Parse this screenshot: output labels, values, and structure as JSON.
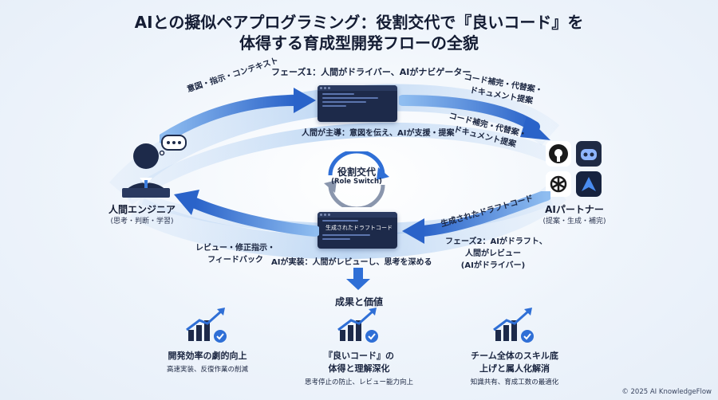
{
  "title_line1": "AIとの擬似ペアプログラミング：役割交代で『良いコード』を",
  "title_line2": "体得する育成型開発フローの全貌",
  "phase1": {
    "header": "フェーズ1：人間がドライバー、AIがナビゲーター",
    "arrow_label": "意図・指示・コンテキスト",
    "window_label": "人間が主導：意図を伝え、AIが支援・提案",
    "suggest_label_1a": "コード補完・代替案・",
    "suggest_label_1b": "ドキュメント提案",
    "suggest_label_2a": "コード補完・代替案・",
    "suggest_label_2b": "ドキュメント提案"
  },
  "center": {
    "switch_title": "役割交代",
    "switch_sub": "(Role Switch)"
  },
  "human": {
    "name": "人間エンジニア",
    "sub": "(思考・判断・学習)"
  },
  "ai": {
    "name": "AIパートナー",
    "sub": "(提案・生成・補完)"
  },
  "phase2": {
    "draft_arrow_label": "生成されたドラフトコード",
    "window_label": "生成されたドラフトコード",
    "header_a": "フェーズ2：AIがドラフト、",
    "header_b": "人間がレビュー",
    "header_c": "(AIがドライバー)",
    "review_label_a": "レビュー・修正指示・",
    "review_label_b": "フィードバック",
    "bottom_label": "AIが実装：人間がレビューし、思考を深める"
  },
  "results": {
    "header": "成果と価値",
    "items": [
      {
        "title_a": "開発効率の劇的向上",
        "title_b": "",
        "sub": "高速実装、反復作業の削減"
      },
      {
        "title_a": "『良いコード』の",
        "title_b": "体得と理解深化",
        "sub": "思考停止の防止、レビュー能力向上"
      },
      {
        "title_a": "チーム全体のスキル底",
        "title_b": "上げと属人化解消",
        "sub": "知識共有、育成工数の最適化"
      }
    ]
  },
  "colors": {
    "accent": "#2f6fd6",
    "navy": "#1d2a4a",
    "arrow": "#3b7ddd"
  },
  "copyright": "© 2025 AI KnowledgeFlow"
}
